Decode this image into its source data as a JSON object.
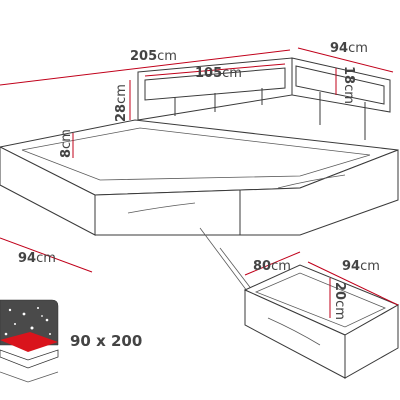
{
  "dimensions": {
    "total_length": "205",
    "depth": "94",
    "headboard_length": "105",
    "headboard_height": "18",
    "back_height": "28",
    "mattress_depth": "8",
    "front_depth": "94",
    "drawer_width": "80",
    "drawer_depth": "94",
    "drawer_height": "20",
    "unit": "cm"
  },
  "mattress_size": "90 x 200",
  "colors": {
    "dimension_line": "#c0001a",
    "outline": "#3a3a3a",
    "mattress_red": "#d9141c",
    "background_dark": "#4a4a4a"
  },
  "icons": [
    "mattress-icon"
  ]
}
